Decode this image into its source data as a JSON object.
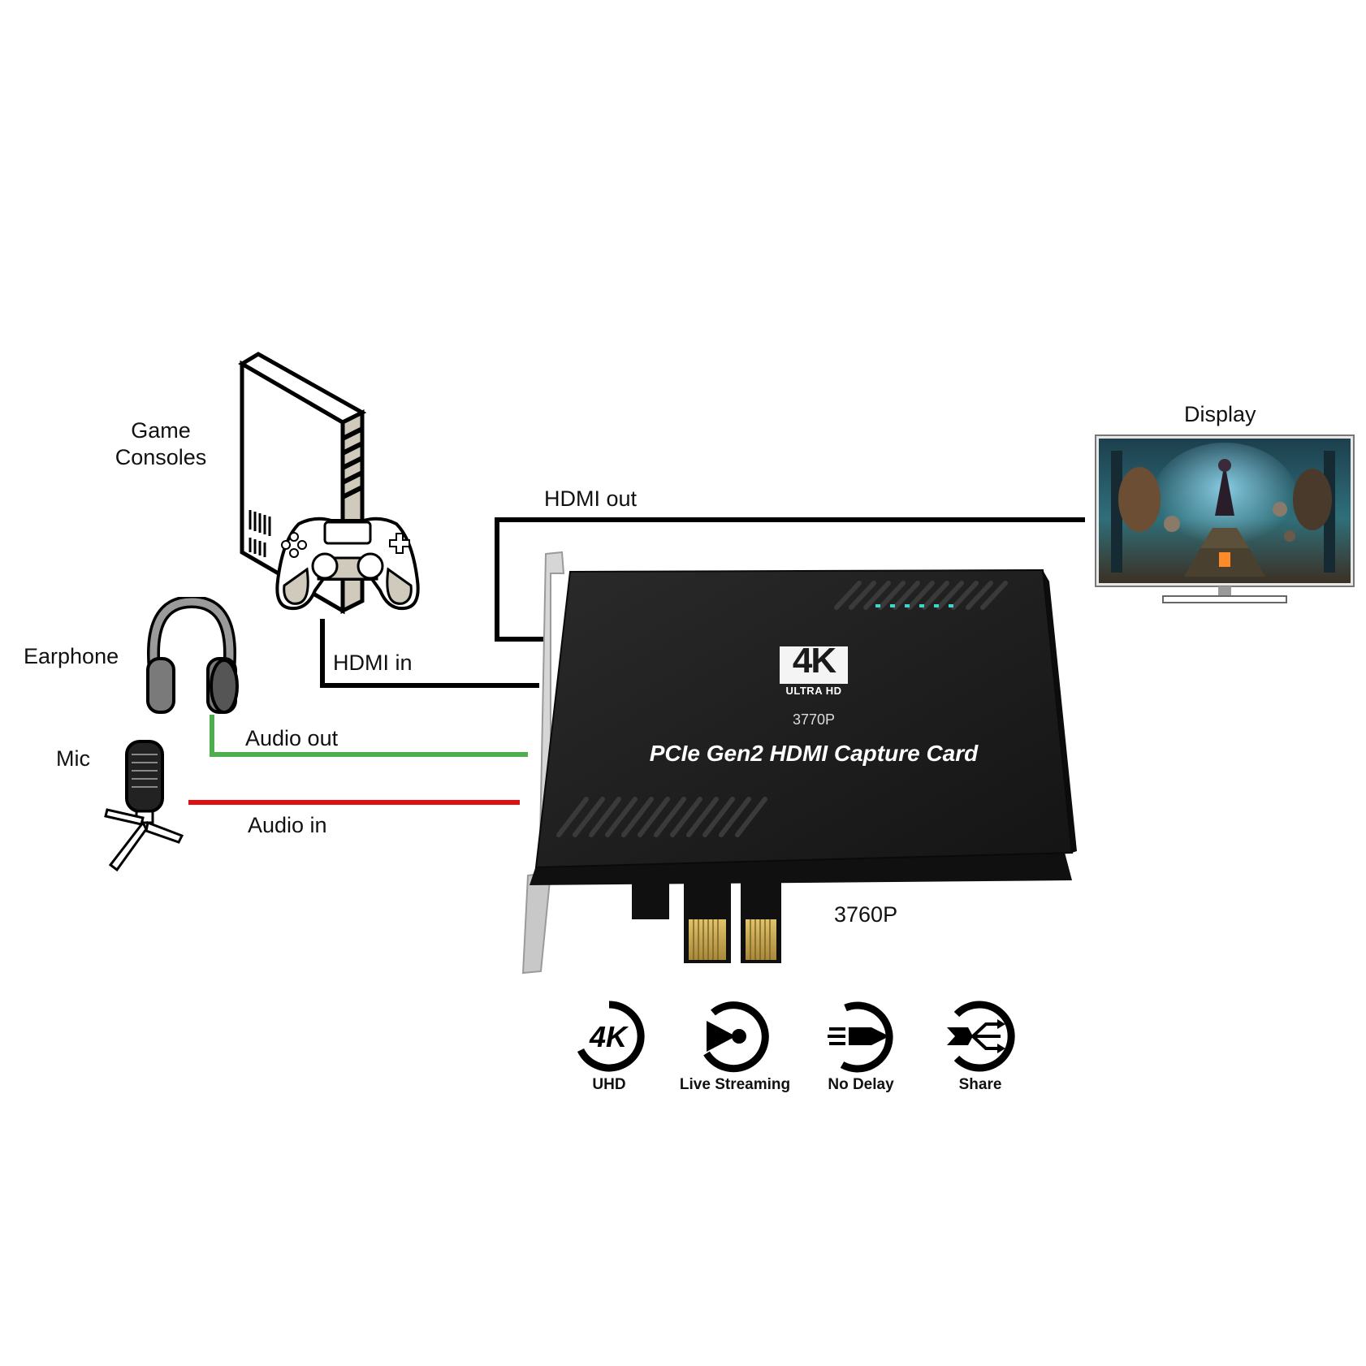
{
  "labels": {
    "game_consoles": [
      "Game",
      "Consoles"
    ],
    "earphone": "Earphone",
    "mic": "Mic",
    "display": "Display",
    "hdmi_out": "HDMI out",
    "hdmi_in": "HDMI in",
    "audio_out": "Audio out",
    "audio_in": "Audio in"
  },
  "card": {
    "logo_main": "4K",
    "logo_sub": "ULTRA HD",
    "model_top": "3770P",
    "title": "PCIe Gen2 HDMI Capture Card",
    "model_side": "3760P"
  },
  "features": [
    {
      "icon": "uhd-4k-icon",
      "label": "UHD",
      "glyph": "4K"
    },
    {
      "icon": "live-streaming-icon",
      "label": "Live Streaming"
    },
    {
      "icon": "no-delay-icon",
      "label": "No Delay"
    },
    {
      "icon": "share-icon",
      "label": "Share"
    }
  ],
  "colors": {
    "audio_out_line": "#4cae4c",
    "audio_in_line": "#e01010",
    "cable": "#000000",
    "card_body": "#1e1e1e",
    "gold_contacts": "#c9a94a"
  }
}
